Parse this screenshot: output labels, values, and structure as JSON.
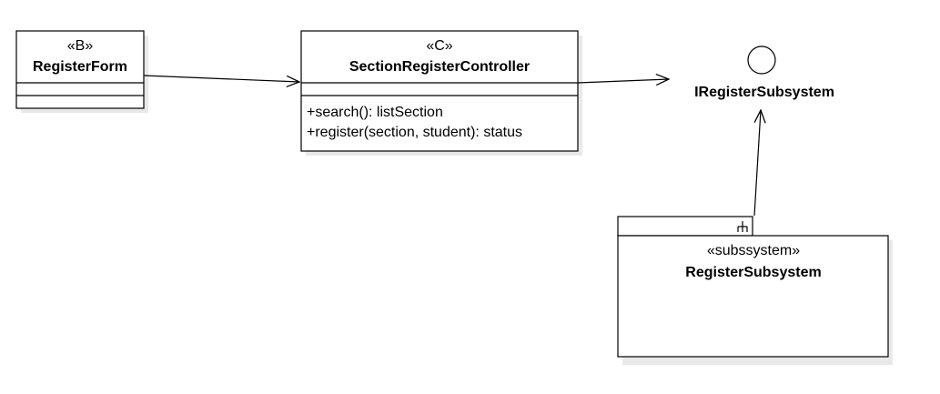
{
  "classes": {
    "register_form": {
      "stereotype": "«B»",
      "name": "RegisterForm"
    },
    "section_register_controller": {
      "stereotype": "«C»",
      "name": "SectionRegisterController",
      "operations": [
        "+search(): listSection",
        "+register(section, student): status"
      ]
    },
    "register_subsystem": {
      "stereotype": "«subssystem»",
      "name": "RegisterSubsystem"
    }
  },
  "interface": {
    "name": "IRegisterSubsystem"
  },
  "colors": {
    "line": "#000000",
    "fill": "#ffffff",
    "shadow": "#e9e9e9"
  }
}
